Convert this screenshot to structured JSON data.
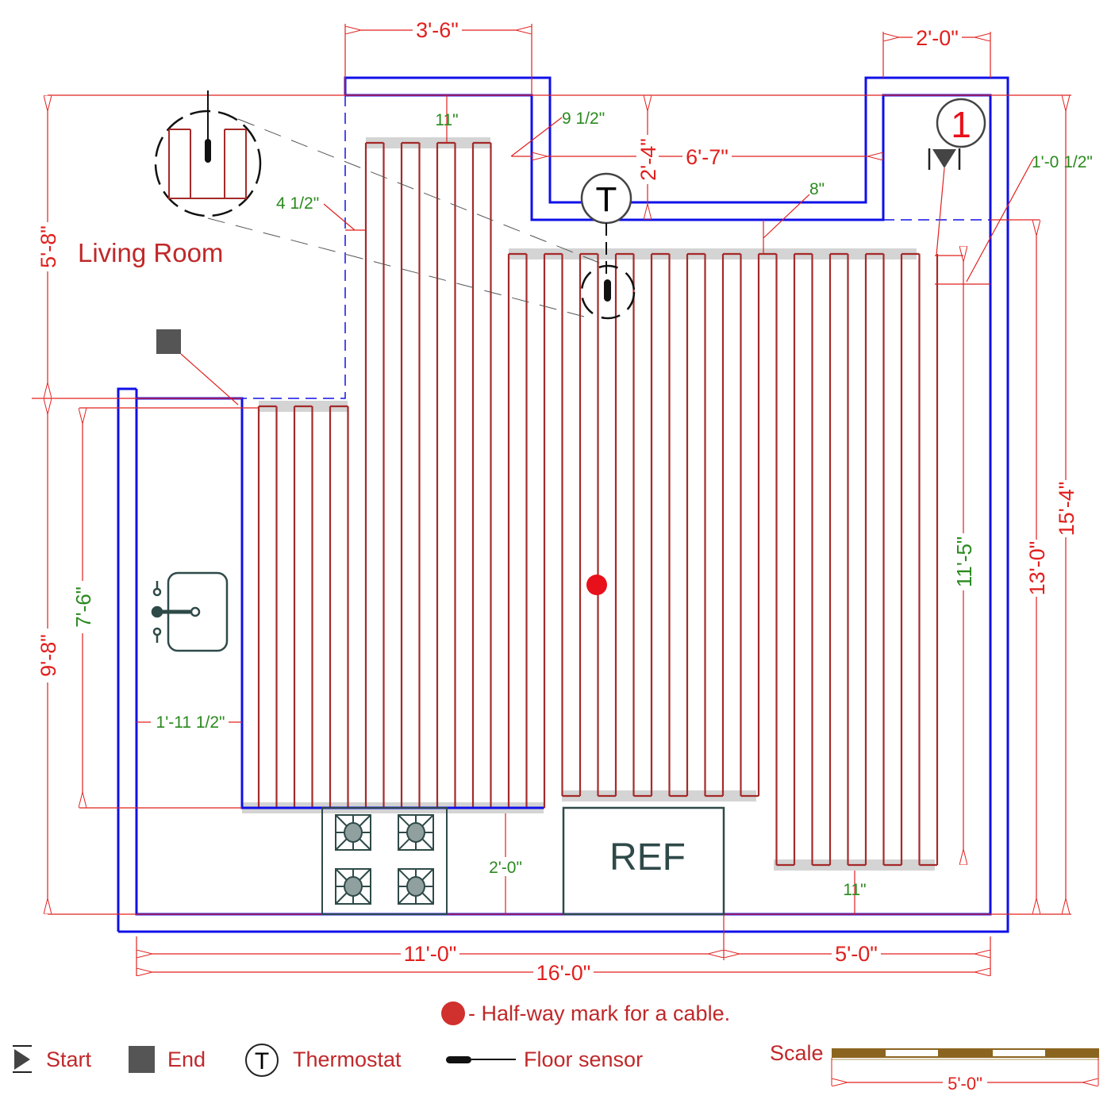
{
  "room_label": "Living Room",
  "appliances": {
    "refrigerator": "REF"
  },
  "markers": {
    "start_number": "1",
    "thermostat_glyph": "T"
  },
  "dimensions": {
    "top_left_width": "3'-6\"",
    "top_right_width": "2'-0\"",
    "notch_width": "6'-7\"",
    "notch_depth": "2'-4\"",
    "left_upper_height": "5'-8\"",
    "left_lower_height": "9'-8\"",
    "right_total_height": "15'-4\"",
    "right_inner_height": "13'-0\"",
    "bottom_left_width": "11'-0\"",
    "bottom_right_width": "5'-0\"",
    "bottom_total_width": "16'-0\""
  },
  "clearances": {
    "top_cable_gap": "11\"",
    "side_gap_9_5": "9 1/2\"",
    "left_gap_4_5": "4 1/2\"",
    "notch_gap": "8\"",
    "right_gap": "1'-0 1/2\"",
    "cable_run_right": "11'-5\"",
    "counter_run_left": "7'-6\"",
    "counter_depth": "1'-11 1/2\"",
    "stove_gap": "2'-0\"",
    "bottom_right_gap": "11\""
  },
  "legend": {
    "halfway": "- Half-way mark for a cable.",
    "start": "Start",
    "end": "End",
    "thermostat": "Thermostat",
    "floor_sensor": "Floor sensor",
    "scale": "Scale",
    "scale_length": "5'-0\""
  },
  "colors": {
    "wall": "#1010e8",
    "dimension": "#e0201e",
    "cable": "#a52a2a",
    "clearance": "#2a8a1e",
    "halfway": "#e8101a",
    "scale_bar": "#8b6420"
  }
}
